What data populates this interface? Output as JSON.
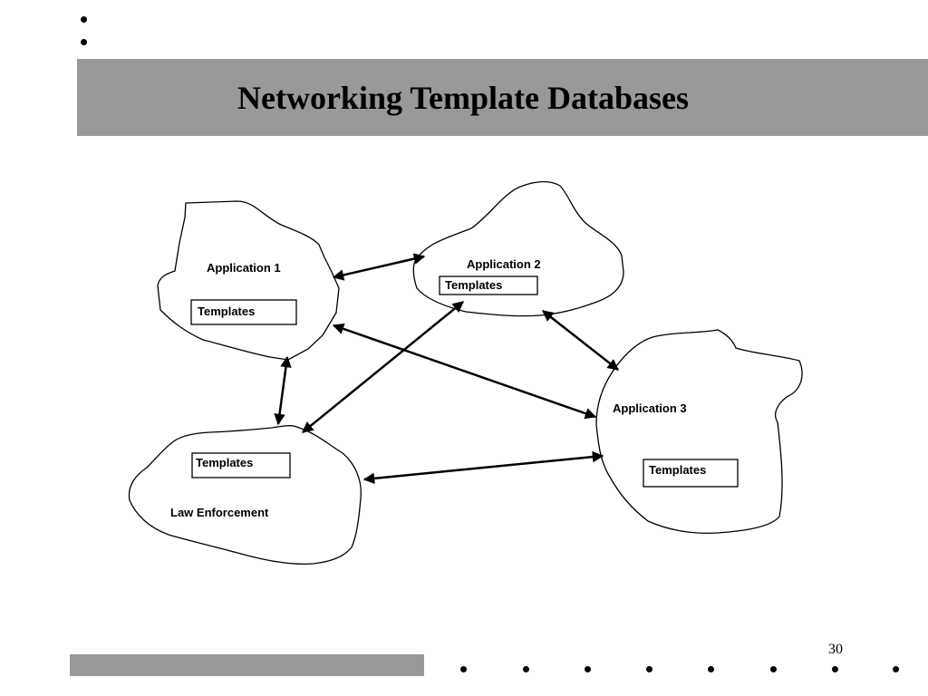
{
  "slide": {
    "title": "Networking Template Databases",
    "page_number": "30"
  },
  "diagram": {
    "nodes": [
      {
        "id": "app1",
        "label": "Application 1",
        "inner_box": "Templates"
      },
      {
        "id": "app2",
        "label": "Application 2",
        "inner_box": "Templates"
      },
      {
        "id": "app3",
        "label": "Application 3",
        "inner_box": "Templates"
      },
      {
        "id": "law",
        "label": "Law Enforcement",
        "inner_box": "Templates"
      }
    ],
    "edges": [
      {
        "from": "app1",
        "to": "app2",
        "direction": "both"
      },
      {
        "from": "app1",
        "to": "app3",
        "direction": "both"
      },
      {
        "from": "app1",
        "to": "law",
        "direction": "both"
      },
      {
        "from": "app2",
        "to": "app3",
        "direction": "both"
      },
      {
        "from": "app2",
        "to": "law",
        "direction": "both"
      },
      {
        "from": "law",
        "to": "app3",
        "direction": "both"
      }
    ]
  }
}
